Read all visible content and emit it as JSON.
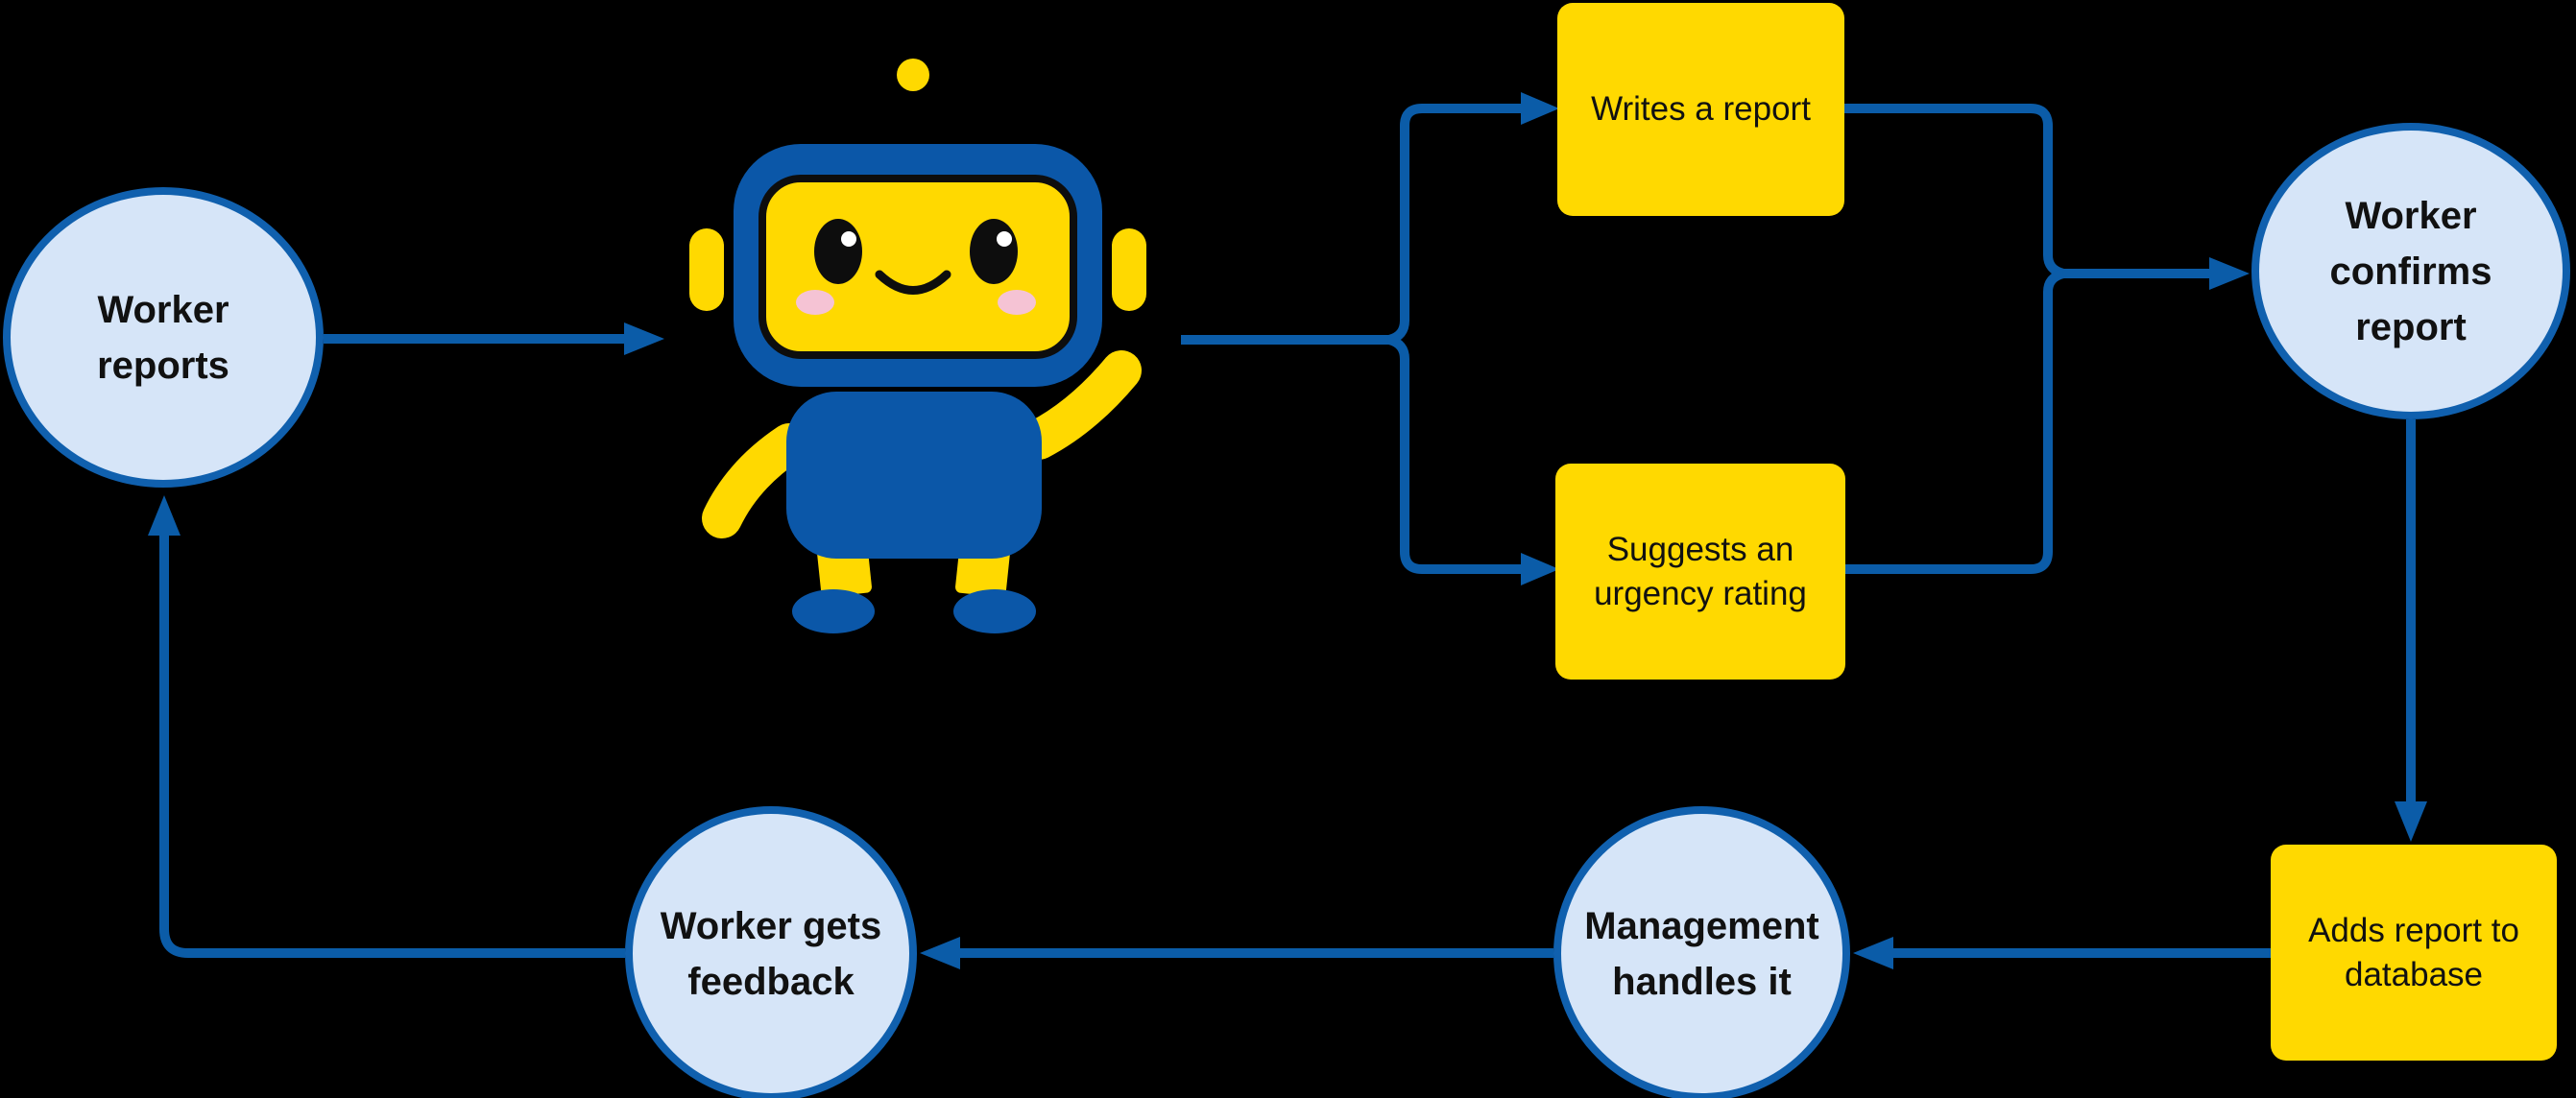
{
  "colors": {
    "background": "#000000",
    "arrow": "#0B5CA8",
    "node_fill": "#D6E5F8",
    "node_stroke": "#1060AE",
    "process_fill": "#FFD900",
    "text": "#111111",
    "robot_blue": "#0B57A8",
    "robot_yellow": "#FFD900",
    "cheek_pink": "#F5C3D4",
    "outline_black": "#0D0D0D"
  },
  "nodes": {
    "worker_reports": "Worker reports",
    "writes_report": "Writes a report",
    "suggests_urgency": "Suggests an urgency rating",
    "worker_confirms": "Worker confirms report",
    "adds_database": "Adds report to database",
    "management_handles": "Management handles it",
    "worker_feedback": "Worker gets feedback"
  }
}
